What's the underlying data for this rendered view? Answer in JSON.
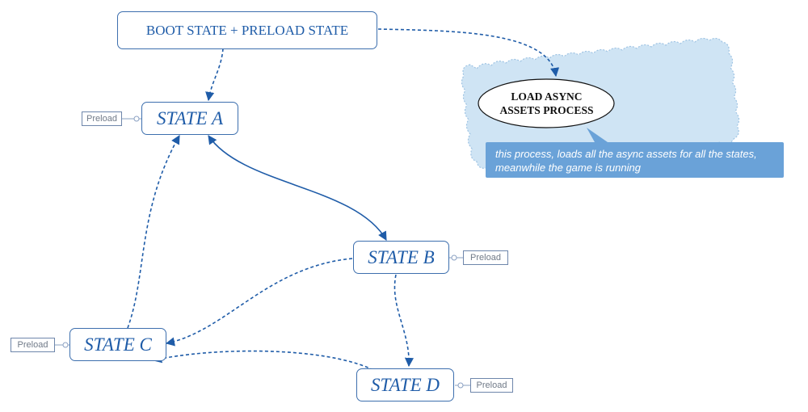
{
  "colors": {
    "line": "#1f5ca8",
    "node_border": "#3d6fae",
    "text": "#1f5ca8",
    "cloud_fill": "#cfe4f4",
    "cloud_border": "#9ec3e3",
    "note_fill": "#6aa2d8"
  },
  "nodes": {
    "boot": "BOOT STATE + PRELOAD STATE",
    "state_a": "STATE A",
    "state_b": "STATE B",
    "state_c": "STATE C",
    "state_d": "STATE D"
  },
  "preload_tags": {
    "a": "Preload",
    "b": "Preload",
    "c": "Preload",
    "d": "Preload"
  },
  "async_process": {
    "title": "LOAD ASYNC\nASSETS PROCESS",
    "title_line1": "LOAD ASYNC",
    "title_line2": "ASSETS PROCESS",
    "note": "this process, loads all the async assets for all the states, meanwhile the game is running"
  },
  "edges": [
    {
      "from": "boot",
      "to": "state_a",
      "style": "dashed"
    },
    {
      "from": "boot",
      "to": "async_process",
      "style": "dashed"
    },
    {
      "from": "state_a",
      "to": "state_b",
      "style": "solid",
      "bidirectional": true
    },
    {
      "from": "state_b",
      "to": "state_c",
      "style": "dashed"
    },
    {
      "from": "state_b",
      "to": "state_d",
      "style": "dashed"
    },
    {
      "from": "state_c",
      "to": "state_a",
      "style": "dashed"
    },
    {
      "from": "state_d",
      "to": "state_c",
      "style": "dashed"
    }
  ]
}
